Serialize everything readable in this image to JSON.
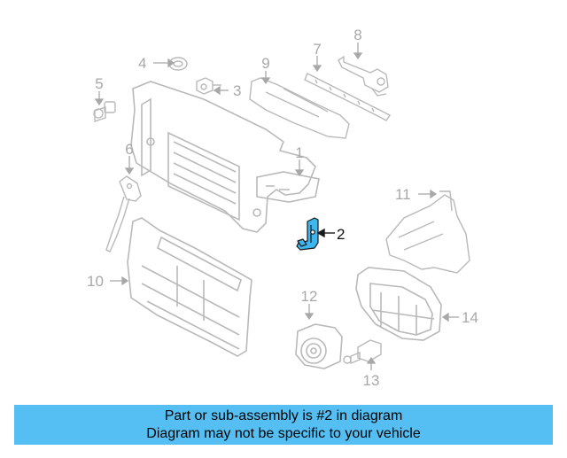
{
  "colors": {
    "caption_bg": "#55bff3",
    "part_gray": "#b9b9b9",
    "label_gray": "#a8a8a8",
    "highlight_fill": "#3fb6ee",
    "highlight_stroke": "#1a1a1a"
  },
  "callouts": [
    {
      "id": "1",
      "label": "1"
    },
    {
      "id": "2",
      "label": "2"
    },
    {
      "id": "3",
      "label": "3"
    },
    {
      "id": "4",
      "label": "4"
    },
    {
      "id": "5",
      "label": "5"
    },
    {
      "id": "6",
      "label": "6"
    },
    {
      "id": "7",
      "label": "7"
    },
    {
      "id": "8",
      "label": "8"
    },
    {
      "id": "9",
      "label": "9"
    },
    {
      "id": "10",
      "label": "10"
    },
    {
      "id": "11",
      "label": "11"
    },
    {
      "id": "12",
      "label": "12"
    },
    {
      "id": "13",
      "label": "13"
    },
    {
      "id": "14",
      "label": "14"
    }
  ],
  "highlighted_part": "2",
  "caption": {
    "line1": "Part or sub-assembly is #2 in diagram",
    "line2": "Diagram may not be specific to your vehicle"
  }
}
